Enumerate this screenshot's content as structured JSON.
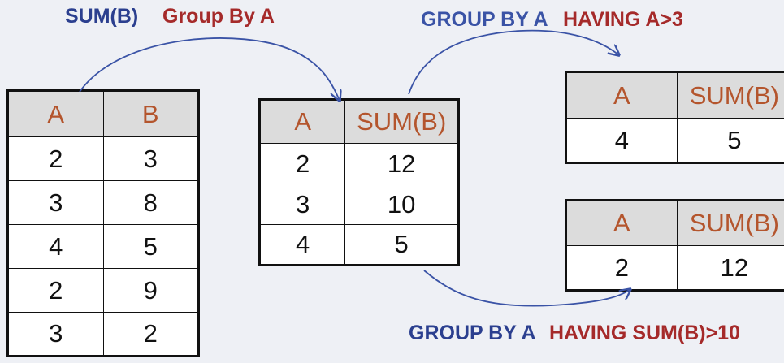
{
  "labels": {
    "sum_b": "SUM(B)",
    "group_by_a": "Group By A",
    "having1_prefix": "GROUP BY A",
    "having1_suffix": "HAVING A>3",
    "having2_prefix": "GROUP BY A",
    "having2_suffix": "HAVING SUM(B)>10"
  },
  "source_table": {
    "headers": [
      "A",
      "B"
    ],
    "rows": [
      [
        "2",
        "3"
      ],
      [
        "3",
        "8"
      ],
      [
        "4",
        "5"
      ],
      [
        "2",
        "9"
      ],
      [
        "3",
        "2"
      ]
    ]
  },
  "grouped_table": {
    "headers": [
      "A",
      "SUM(B)"
    ],
    "rows": [
      [
        "2",
        "12"
      ],
      [
        "3",
        "10"
      ],
      [
        "4",
        "5"
      ]
    ]
  },
  "having_a_table": {
    "headers": [
      "A",
      "SUM(B)"
    ],
    "rows": [
      [
        "4",
        "5"
      ]
    ]
  },
  "having_sum_table": {
    "headers": [
      "A",
      "SUM(B)"
    ],
    "rows": [
      [
        "2",
        "12"
      ]
    ]
  },
  "colors": {
    "arrow": "#3a53a6",
    "header_text": "#b4552d",
    "header_bg": "#dcdcdc",
    "keyword_red": "#a52a2a"
  }
}
